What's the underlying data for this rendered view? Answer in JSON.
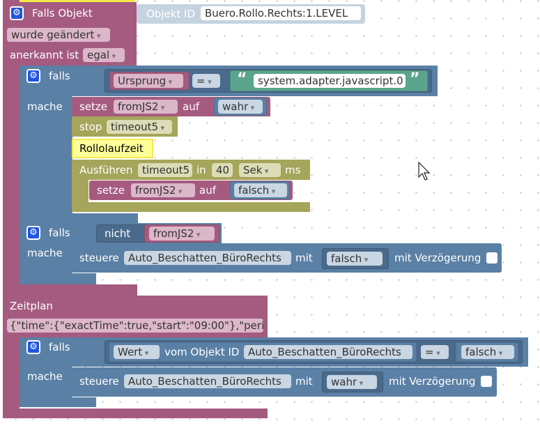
{
  "event": {
    "title": "Falls Objekt",
    "object_label": "Objekt ID",
    "object_value": "Buero.Rollo.Rechts:1.LEVEL",
    "change": "wurde geändert",
    "ack_label": "anerkannt ist",
    "ack_value": "egal"
  },
  "if1": {
    "falls": "falls",
    "mache": "mache",
    "lhs": "Ursprung",
    "op": "=",
    "quote_open": "“",
    "rhs": "system.adapter.javascript.0",
    "quote_close": "”",
    "set1": {
      "label": "setze",
      "var": "fromJS2",
      "on": "auf",
      "val": "wahr"
    },
    "stop": {
      "label": "stop",
      "timer": "timeout5"
    },
    "comment": "Rollolaufzeit",
    "timeout": {
      "label": "Ausführen",
      "timer": "timeout5",
      "in": "in",
      "value": "40",
      "unit": "Sek",
      "ms": "ms"
    },
    "set2": {
      "label": "setze",
      "var": "fromJS2",
      "on": "auf",
      "val": "falsch"
    }
  },
  "if2": {
    "falls": "falls",
    "mache": "mache",
    "not": "nicht",
    "var": "fromJS2",
    "control": {
      "label": "steuere",
      "object": "Auto_Beschatten_BüroRechts",
      "with": "mit",
      "val": "falsch",
      "delay": "mit Verzögerung"
    }
  },
  "schedule": {
    "title": "Zeitplan",
    "value": "{\"time\":{\"exactTime\":true,\"start\":\"09:00\"},\"peri…"
  },
  "if3": {
    "falls": "falls",
    "mache": "mache",
    "value_label": "Wert",
    "from_object": "vom Objekt ID",
    "object": "Auto_Beschatten_BüroRechts",
    "op": "=",
    "rhs": "falsch",
    "control": {
      "label": "steuere",
      "object": "Auto_Beschatten_BüroRechts",
      "with": "mit",
      "val": "wahr",
      "delay": "mit Verzögerung"
    }
  },
  "colors": {
    "event": "#a55b80",
    "logic": "#5b80a5",
    "timer": "#a5a55b",
    "text": "#5ba58c",
    "comment": "#ffff99"
  },
  "icons": {
    "gear": "gear-icon",
    "cursor": "mouse-cursor-icon"
  }
}
